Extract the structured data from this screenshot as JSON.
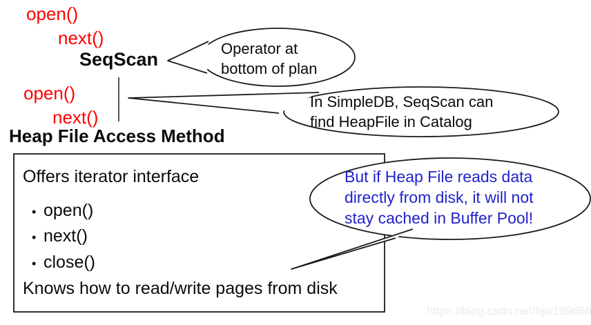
{
  "labels": {
    "open1": "open()",
    "next1": "next()",
    "seqscan": "SeqScan",
    "open2": "open()",
    "next2": "next()",
    "heading": "Heap File Access Method"
  },
  "box": {
    "intro": "Offers iterator interface",
    "bullet_char": "•",
    "bullets": [
      "open()",
      "next()",
      "close()"
    ],
    "outro": "Knows how to read/write pages from disk"
  },
  "bubbles": {
    "operator": {
      "lines": [
        "Operator at",
        "bottom of plan"
      ]
    },
    "simpledb": {
      "lines": [
        "In SimpleDB, SeqScan can",
        "find HeapFile in Catalog"
      ]
    },
    "bufferpool": {
      "lines": [
        "But if Heap File reads data",
        "directly from disk, it will not",
        "stay cached in Buffer Pool!"
      ]
    }
  },
  "watermark": "https://blog.csdn.net/hjw199666",
  "colors": {
    "method_call_red": "#ff0000",
    "warning_blue": "#2222cc",
    "shape_stroke": "#1a1a1a",
    "connector_gray": "#555555",
    "watermark_gray": "#ebebeb"
  }
}
